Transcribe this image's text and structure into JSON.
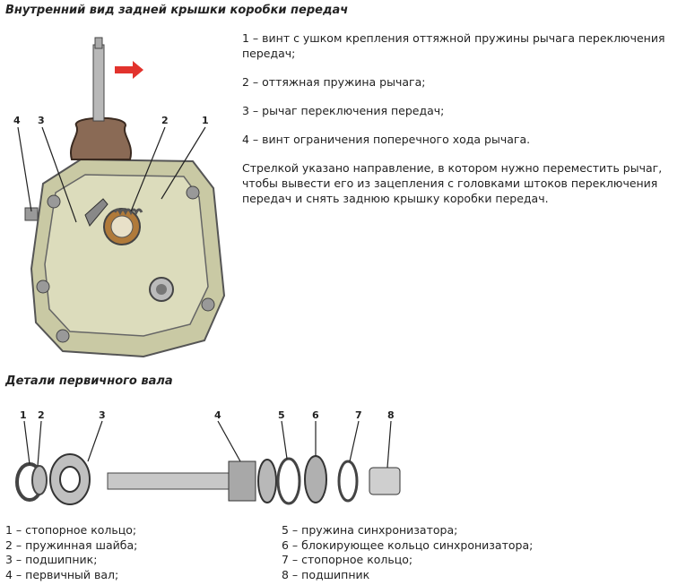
{
  "section1": {
    "title": "Внутренний вид задней крышки коробки передач",
    "callouts": [
      "1",
      "2",
      "3",
      "4"
    ],
    "legend": [
      "1 – винт с ушком крепления оттяжной пружины рычага переключения передач;",
      "2 – оттяжная пружина рычага;",
      "3 – рычаг переключения передач;",
      "4 – винт ограничения поперечного хода рычага."
    ],
    "note": "Стрелкой указано направление, в котором нужно переместить рычаг, чтобы вывести его из зацепления с головками штоков переключения передач и снять заднюю крышку коробки передач."
  },
  "section2": {
    "title": "Детали первичного вала",
    "callouts": [
      "1",
      "2",
      "3",
      "4",
      "5",
      "6",
      "7",
      "8"
    ],
    "legend_left": [
      "1 – стопорное кольцо;",
      "2 – пружинная шайба;",
      "3 – подшипник;",
      "4 – первичный вал;"
    ],
    "legend_right": [
      "5 – пружина синхронизатора;",
      "6 – блокирующее кольцо синхронизатора;",
      "7 – стопорное кольцо;",
      "8 – подшипник"
    ]
  },
  "colors": {
    "housing": "#c9c9a4",
    "boot": "#8a6a55",
    "arrow": "#e2332d",
    "metal": "#b8b8b8"
  }
}
